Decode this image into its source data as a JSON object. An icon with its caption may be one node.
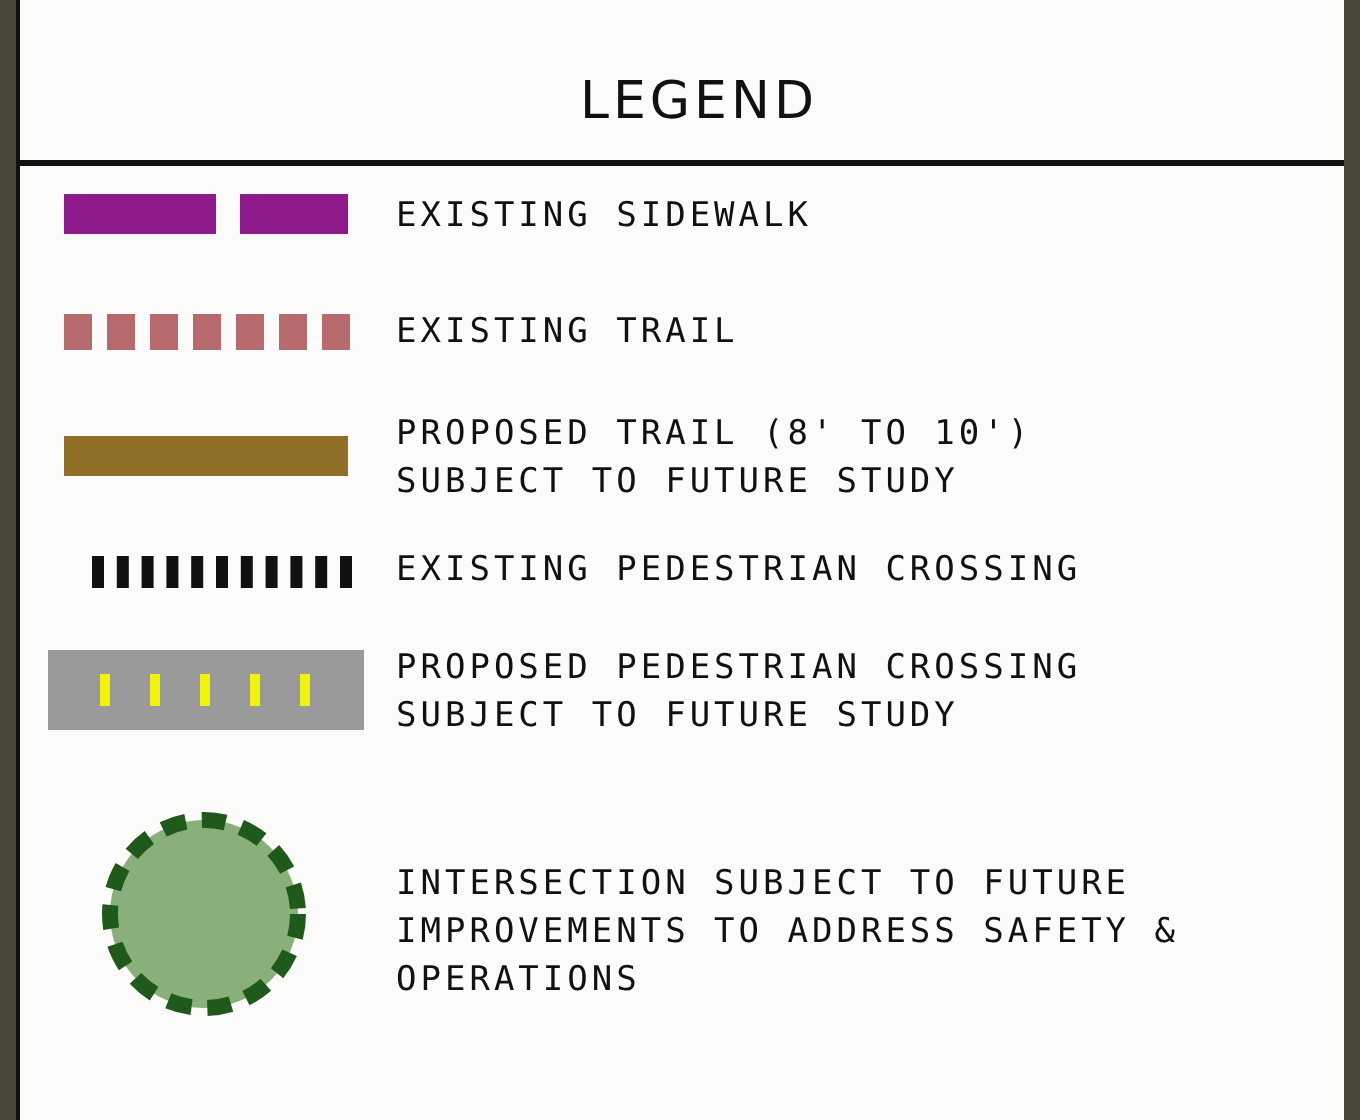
{
  "diagram": {
    "title": "LEGEND",
    "legend": [
      {
        "text": "EXISTING SIDEWALK"
      },
      {
        "text": "EXISTING TRAIL"
      },
      {
        "text": "PROPOSED TRAIL (8' TO 10') SUBJECT TO FUTURE STUDY",
        "color": "#8f6f27"
      },
      {
        "text": "EXISTING PEDESTRIAN CROSSING"
      },
      {
        "text": "PROPOSED PEDESTRIAN CROSSING SUBJECT TO FUTURE STUDY"
      },
      {
        "text": "INTERSECTION SUBJECT TO FUTURE IMPROVEMENTS TO ADDRESS SAFETY & OPERATIONS",
        "color": "#89b07a"
      }
    ]
  }
}
